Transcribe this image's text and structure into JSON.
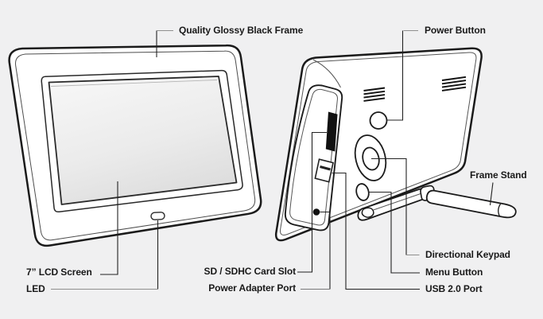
{
  "diagram_title": "Digital photo frame parts diagram",
  "labels": {
    "quality_frame": "Quality Glossy Black Frame",
    "power_button": "Power Button",
    "lcd_screen": "7” LCD Screen",
    "led": "LED",
    "sd_card_slot": "SD / SDHC Card Slot",
    "power_adapter_port": "Power Adapter Port",
    "usb_port": "USB 2.0 Port",
    "menu_button": "Menu Button",
    "directional_keypad": "Directional Keypad",
    "frame_stand": "Frame Stand"
  },
  "colors": {
    "background": "#f0f0f1",
    "outline": "#1b1b1b",
    "detail_line": "#555555",
    "leader_line": "#222222",
    "leader_tick": "#8f8f8f",
    "label_text": "#191919",
    "device_fill": "#ffffff",
    "screen_gradient_top": "#f5f5f5",
    "screen_gradient_bottom": "#dcdcdc",
    "slot_fill": "#111111"
  }
}
